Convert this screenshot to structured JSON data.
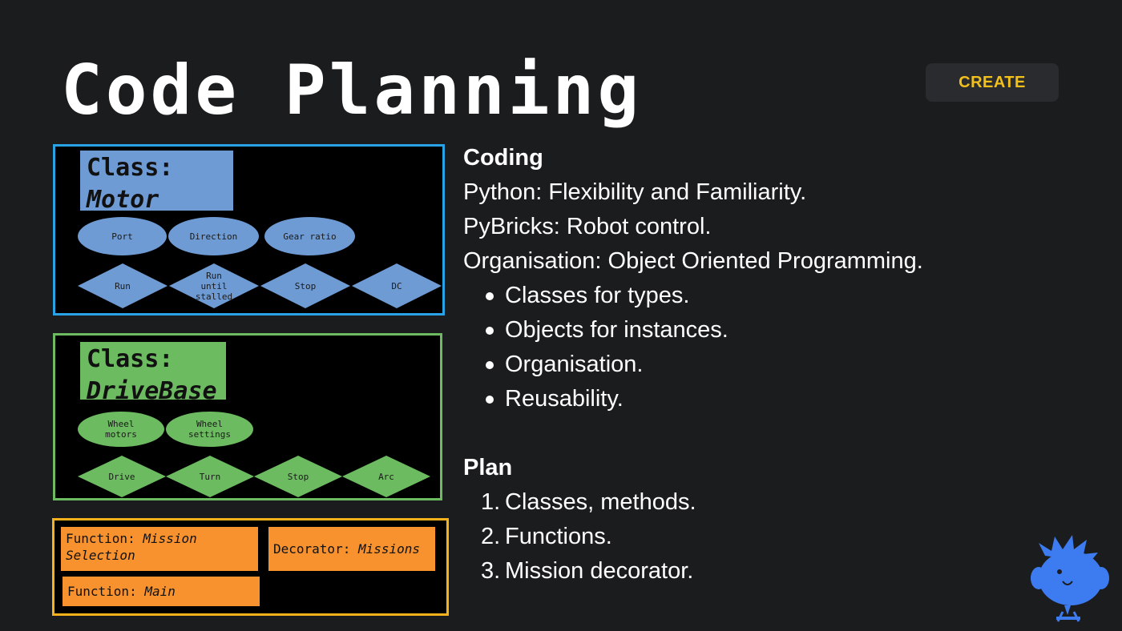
{
  "title": "Code Planning",
  "create_button": "CREATE",
  "motor_class": {
    "label": "Class:",
    "name": "Motor",
    "attributes": [
      "Port",
      "Direction",
      "Gear ratio"
    ],
    "methods": [
      "Run",
      "Run until stalled",
      "Stop",
      "DC"
    ]
  },
  "drivebase_class": {
    "label": "Class:",
    "name": "DriveBase",
    "attributes": [
      "Wheel motors",
      "Wheel settings"
    ],
    "methods": [
      "Drive",
      "Turn",
      "Stop",
      "Arc"
    ]
  },
  "functions": {
    "mission_selection_prefix": "Function: ",
    "mission_selection_name": "Mission Selection",
    "decorator_prefix": "Decorator: ",
    "decorator_name": "Missions",
    "main_prefix": "Function: ",
    "main_name": "Main"
  },
  "content": {
    "coding_heading": "Coding",
    "lines": [
      "Python: Flexibility and Familiarity.",
      "PyBricks: Robot control.",
      "Organisation: Object Oriented Programming."
    ],
    "bullets": [
      "Classes for types.",
      "Objects for instances.",
      "Organisation.",
      "Reusability."
    ],
    "plan_heading": "Plan",
    "plan_numbers": [
      "1.",
      "2.",
      "3."
    ],
    "plan_items": [
      "Classes, methods.",
      "Functions.",
      "Mission decorator."
    ]
  },
  "colors": {
    "background": "#1b1c1e",
    "accent_yellow": "#f2c01b",
    "motor_blue": "#6f9bd4",
    "drivebase_green": "#6dbb61",
    "function_orange": "#f7922f",
    "mascot_blue": "#3d7cf0"
  }
}
